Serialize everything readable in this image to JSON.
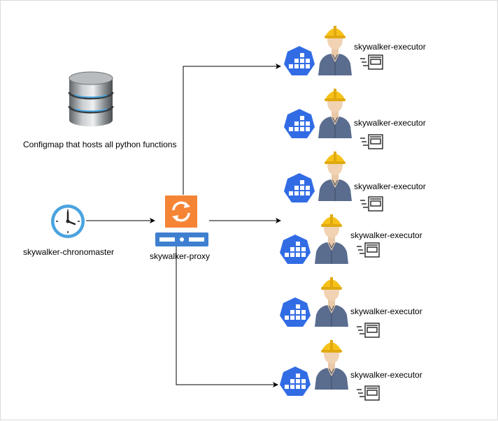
{
  "configmap": {
    "icon": "database-icon",
    "label": "Configmap that hosts all python functions"
  },
  "chronomaster": {
    "icon": "clock-icon",
    "label": "skywalker-chronomaster"
  },
  "proxy": {
    "icon": "sync-proxy-icon",
    "label": "skywalker-proxy"
  },
  "executors": [
    {
      "label": "skywalker-executor",
      "icons": [
        "kubernetes-pod-icon",
        "worker-icon",
        "logs-icon"
      ]
    },
    {
      "label": "skywalker-executor",
      "icons": [
        "kubernetes-pod-icon",
        "worker-icon",
        "logs-icon"
      ]
    },
    {
      "label": "skywalker-executor",
      "icons": [
        "kubernetes-pod-icon",
        "worker-icon",
        "logs-icon"
      ]
    },
    {
      "label": "skywalker-executor",
      "icons": [
        "kubernetes-pod-icon",
        "worker-icon",
        "logs-icon"
      ]
    },
    {
      "label": "skywalker-executor",
      "icons": [
        "kubernetes-pod-icon",
        "worker-icon",
        "logs-icon"
      ]
    },
    {
      "label": "skywalker-executor",
      "icons": [
        "kubernetes-pod-icon",
        "worker-icon",
        "logs-icon"
      ]
    }
  ],
  "colors": {
    "kubernetes_blue": "#326ce5",
    "proxy_orange": "#f58535",
    "proxy_bar_blue": "#3f7fd0",
    "worker_shirt": "#5a6d8f",
    "helmet_yellow": "#f6c21a",
    "clock_blue": "#4aa3df",
    "line": "#000000"
  }
}
